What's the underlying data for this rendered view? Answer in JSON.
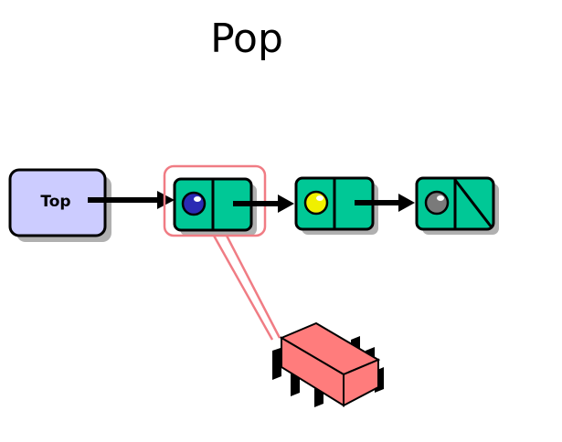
{
  "title": "Pop",
  "top_pointer": {
    "label": "Top"
  },
  "colors": {
    "node_fill": "#00c896",
    "pointer_box_fill": "#ccccff",
    "highlight_stroke": "#f07c84",
    "chip_fill": "#ff7c7c",
    "dot_1": "#2a2ab4",
    "dot_2": "#f0f000",
    "dot_3": "#7a7a7a"
  },
  "nodes": [
    {
      "data_icon": "blue-dot-icon",
      "next": "arrow"
    },
    {
      "data_icon": "yellow-dot-icon",
      "next": "arrow"
    },
    {
      "data_icon": "gray-dot-icon",
      "next": "null"
    }
  ],
  "icons": {
    "freed_memory": "memory-chip-icon"
  }
}
